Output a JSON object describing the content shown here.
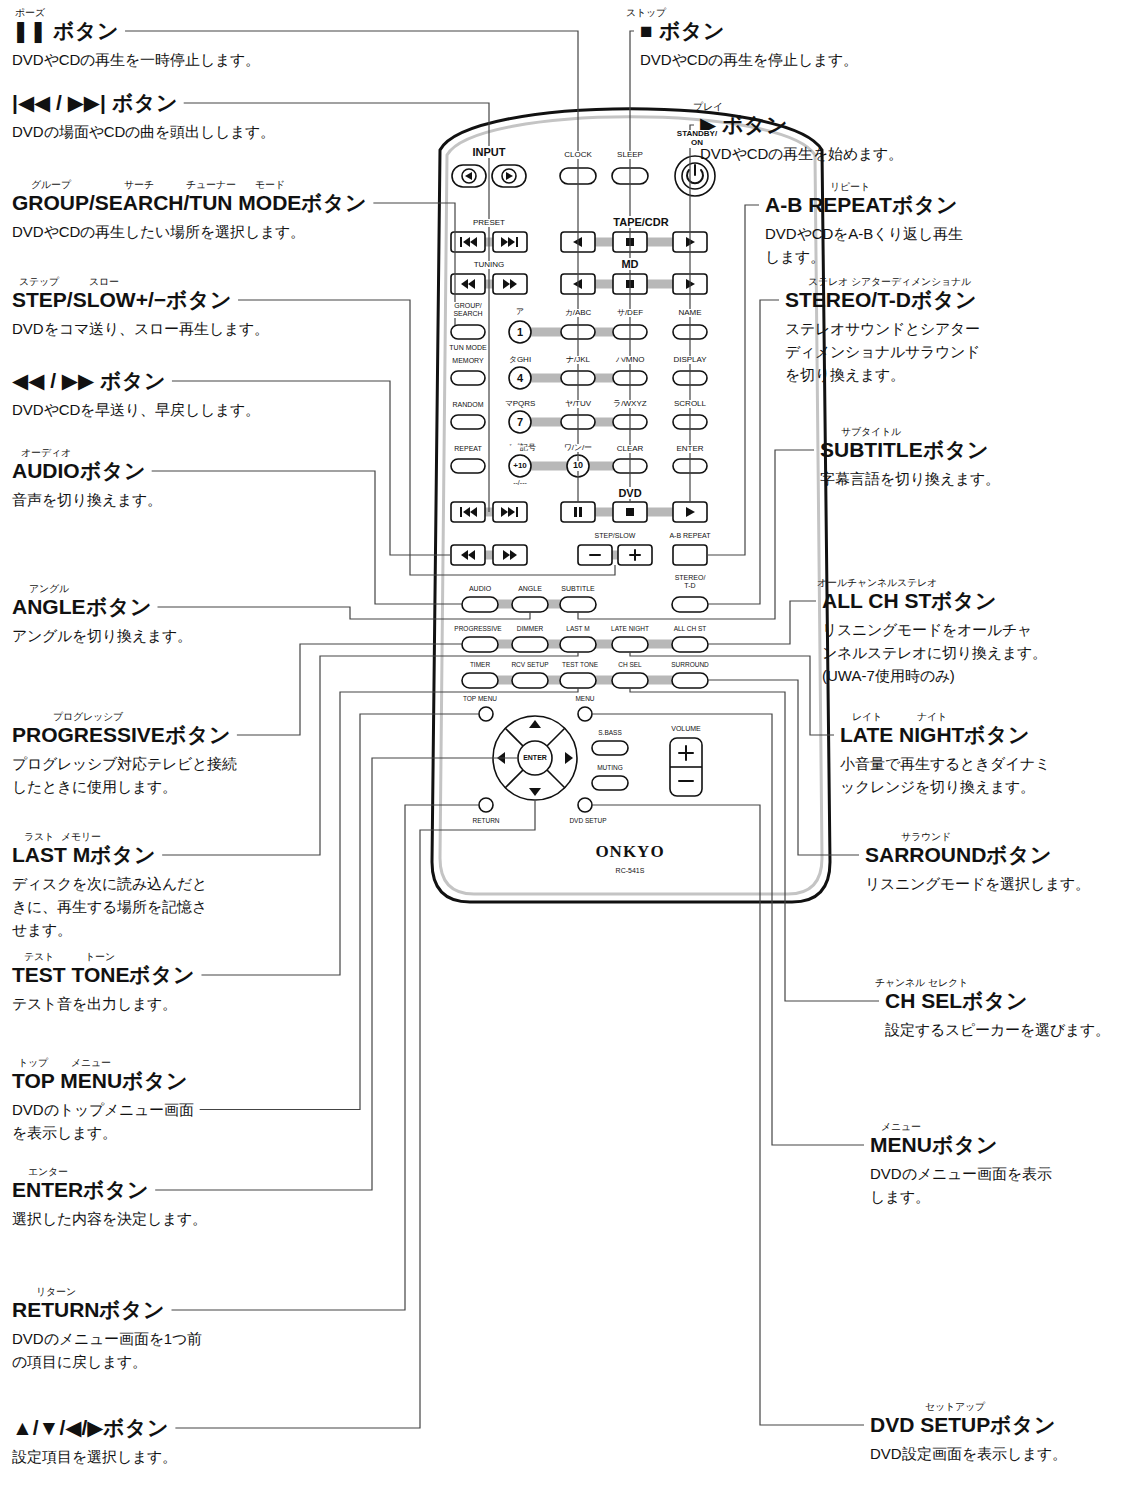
{
  "diagram": {
    "labels": [
      "ポーズ",
      "❚❚ ボタン",
      "DVDやCDの再生を一時停止します。",
      "|◀◀ / ▶▶| ボタン",
      "DVDの場面やCDの曲を頭出しします。",
      "グループ",
      "サーチ",
      "チューナー",
      "モード",
      "GROUP/SEARCH/TUN MODEボタン",
      "DVDやCDの再生したい場所を選択します。",
      "ステップ",
      "スロー",
      "STEP/SLOW+/−ボタン",
      "DVDをコマ送り、スロー再生します。",
      "◀◀ / ▶▶ ボタン",
      "DVDやCDを早送り、早戻しします。",
      "オーディオ",
      "AUDIOボタン",
      "音声を切り換えます。",
      "アングル",
      "ANGLEボタン",
      "アングルを切り換えます。",
      "プログレッシブ",
      "PROGRESSIVEボタン",
      "プログレッシブ対応テレビと接続 したときに使用します。",
      "ラスト",
      "メモリー",
      "LAST Mボタン",
      "ディスクを次に読み込んだと きに、再生する場所を記憶さ せます。",
      "テスト",
      "トーン",
      "TEST TONEボタン",
      "テスト音を出力します。",
      "トップ",
      "メニュー",
      "TOP MENUボタン",
      "DVDのトップメニュー画面 を表示します。",
      "エンター",
      "ENTERボタン",
      "選択した内容を決定します。",
      "リターン",
      "RETURNボタン",
      "DVDのメニュー画面を1つ前 の項目に戻します。",
      "▲/▼/◀/▶ボタン",
      "設定項目を選択します。",
      "ストップ",
      "■ ボタン",
      "DVDやCDの再生を停止します。",
      "プレイ",
      "▶ ボタン",
      "DVDやCDの再生を始めます。",
      "リピート",
      "A-B REPEATボタン",
      "DVDやCDをA-Bくり返し再生 します。",
      "ステレオ",
      "シアターディメンショナル",
      "STEREO/T-Dボタン",
      "ステレオサウンドとシアター ディメンショナルサラウンド を切り換えます。",
      "サブタイトル",
      "SUBTITLEボタン",
      "字幕言語を切り換えます。",
      "オールチャンネルステレオ",
      "ALL CH STボタン",
      "リスニングモードをオールチャ ンネルステレオに切り換えます。 (UWA-7使用時のみ)",
      "レイト",
      "ナイト",
      "LATE NIGHTボタン",
      "小音量で再生するときダイナミ ックレンジを切り換えます。",
      "サラウンド",
      "SARROUNDボタン",
      "リスニングモードを選択します。",
      "チャンネル",
      "セレクト",
      "CH SELボタン",
      "設定するスピーカーを選びます。",
      "メニュー",
      "MENUボタン",
      "DVDのメニュー画面を表示 します。",
      "セットアップ",
      "DVD SETUPボタン",
      "DVD設定画面を表示します。",
      "INPUT",
      "CLOCK",
      "SLEEP",
      "STANDBY/ ON",
      "PRESET",
      "TAPE/CDR",
      "TUNING",
      "MD",
      "GROUP/ SEARCH",
      "TUN MODE",
      "ア",
      "1",
      "カ/ABC",
      "サ/DEF",
      "NAME",
      "MEMORY",
      "タGHI",
      "4",
      "ナ/JKL",
      "ハ/MNO",
      "DISPLAY",
      "RANDOM",
      "マPQRS",
      "7",
      "ヤ/TUV",
      "ラ/WXYZ",
      "SCROLL",
      "REPEAT",
      "゛゜記号",
      "+10",
      "--/---",
      "ワ/ン/ー",
      "10",
      "CLEAR",
      "ENTER",
      "DVD",
      "STEP/SLOW",
      "A-B REPEAT",
      "STEREO/ T-D",
      "AUDIO",
      "ANGLE",
      "SUBTITLE",
      "PROGRESSIVE",
      "DIMMER",
      "LAST M",
      "LATE NIGHT",
      "ALL CH ST",
      "TIMER",
      "RCV SETUP",
      "TEST TONE",
      "CH SEL",
      "SURROUND",
      "TOP MENU",
      "MENU",
      "S.BASS",
      "MUTING",
      "VOLUME",
      "ENTER",
      "RETURN",
      "DVD SETUP",
      "ONKYO",
      "RC-541S"
    ]
  }
}
